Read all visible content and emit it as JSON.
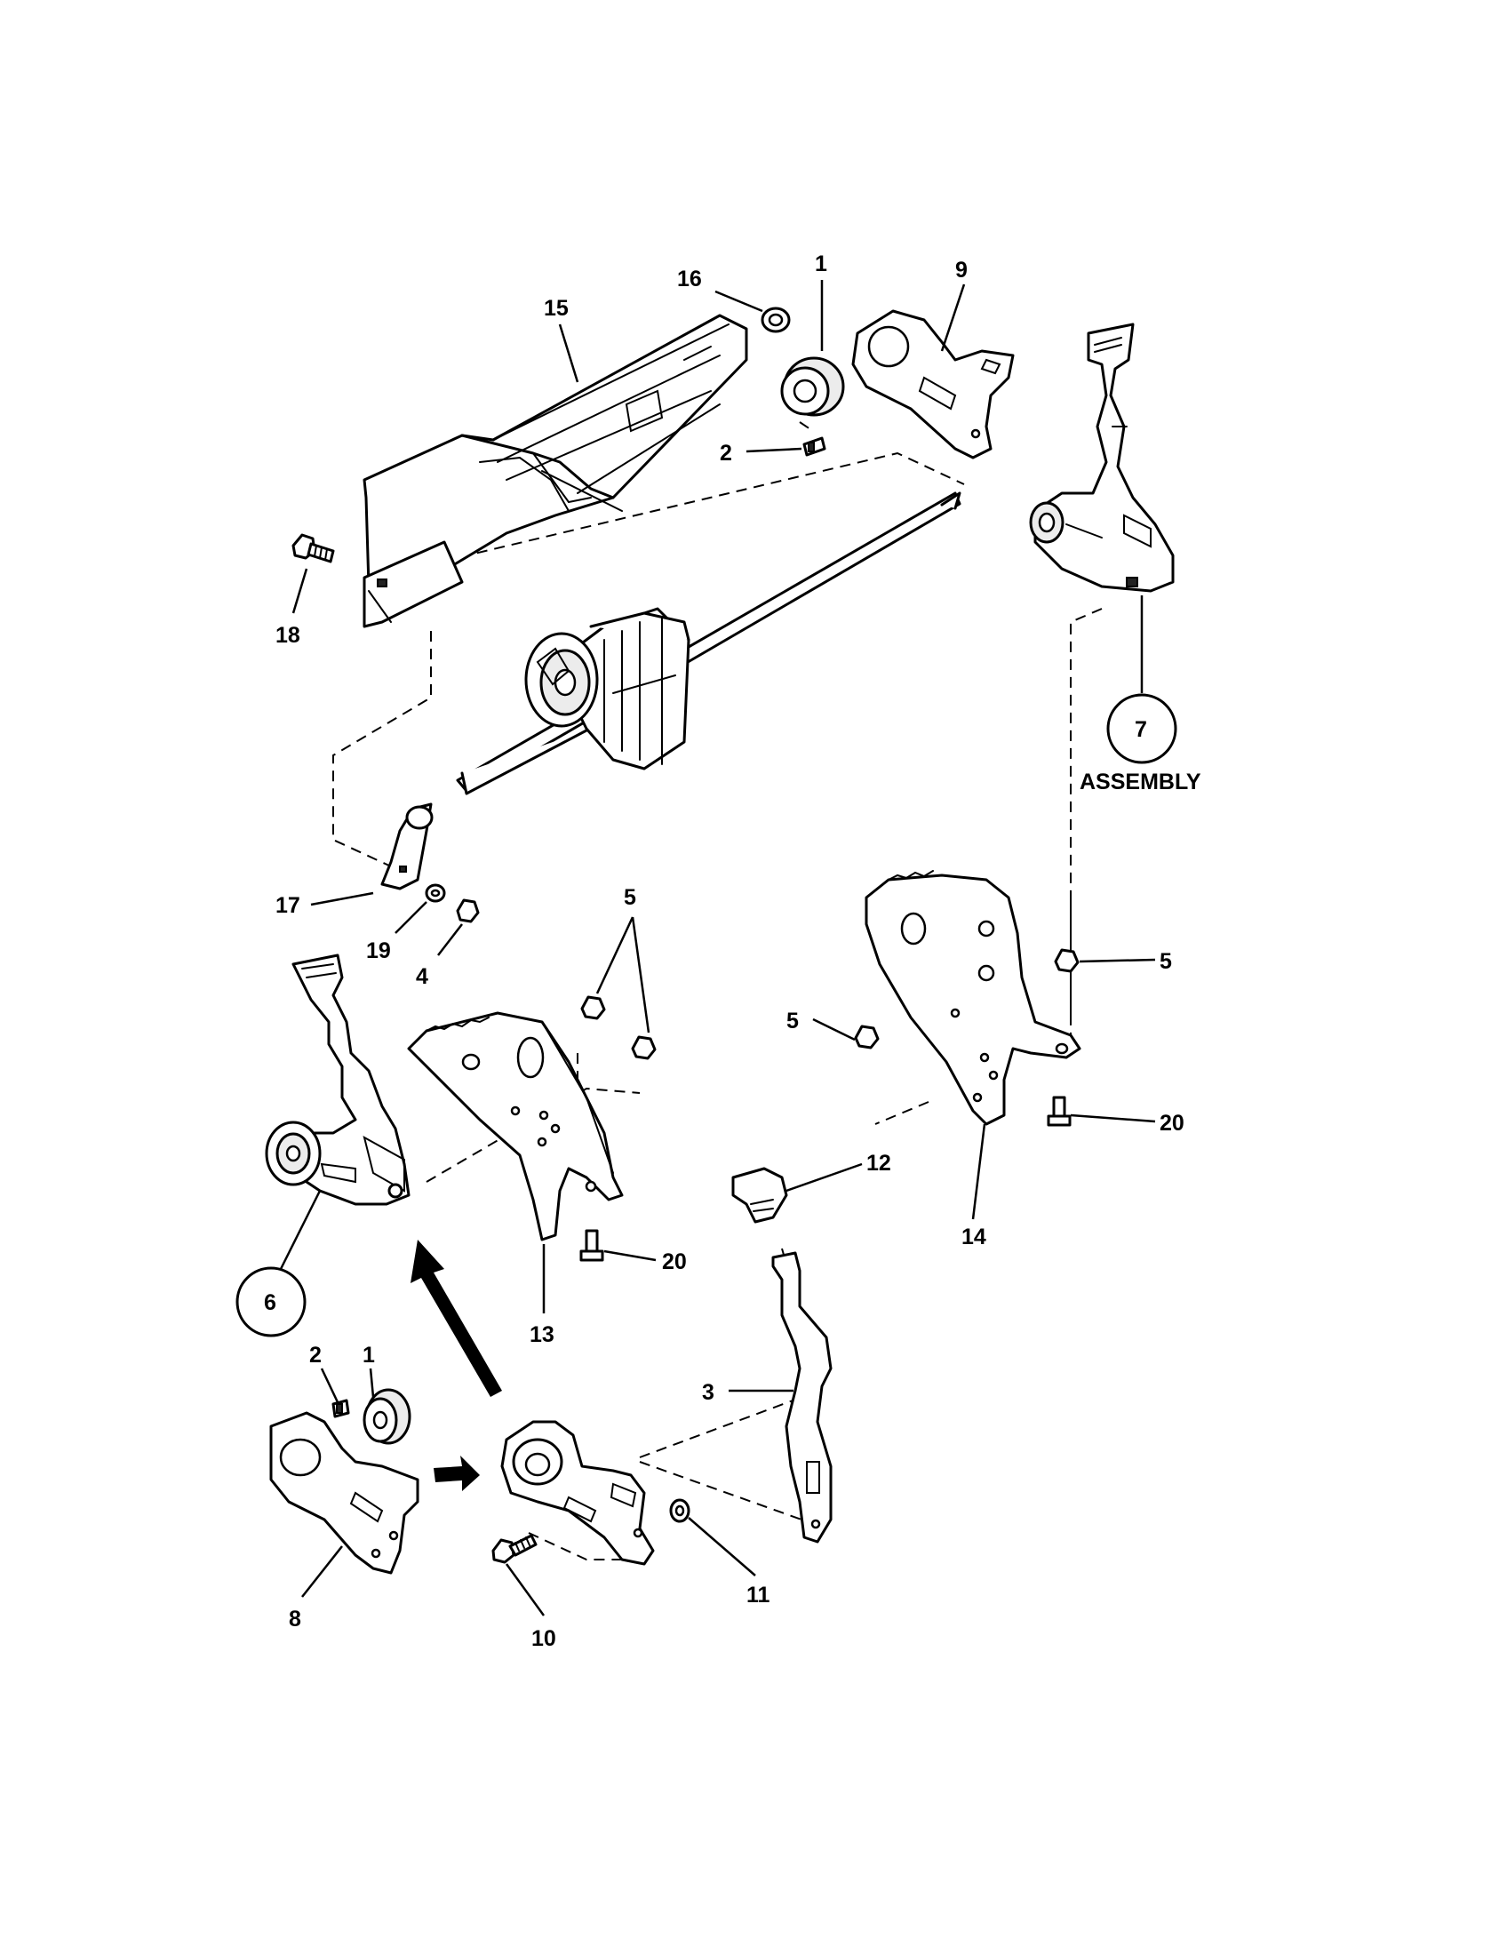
{
  "callouts": {
    "c15": "15",
    "c16": "16",
    "c1_top": "1",
    "c9": "9",
    "c2_top": "2",
    "c18": "18",
    "c7": "7",
    "c17": "17",
    "c19": "19",
    "c4": "4",
    "c5_mid": "5",
    "c5_right_a": "5",
    "c5_right_b": "5",
    "c20_right": "20",
    "c14": "14",
    "c12": "12",
    "c20_mid": "20",
    "c13": "13",
    "c6": "6",
    "c3": "3",
    "c2_bottom": "2",
    "c1_bottom": "1",
    "c8": "8",
    "c10": "10",
    "c11": "11"
  },
  "labels": {
    "assembly": "ASSEMBLY"
  },
  "colors": {
    "line": "#000000",
    "background": "#ffffff"
  }
}
